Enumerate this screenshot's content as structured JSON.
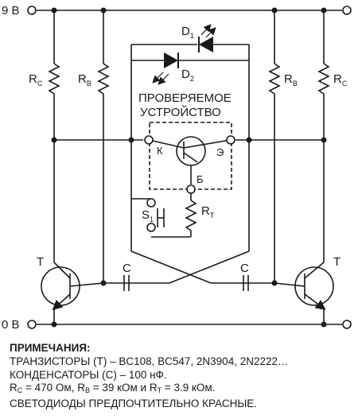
{
  "rails": {
    "top": "9 В",
    "bottom": "0 В"
  },
  "components": {
    "rc_sym": "R",
    "rc_sub": "C",
    "rb_sym": "R",
    "rb_sub": "B",
    "d1_sym": "D",
    "d1_sub": "1",
    "d2_sym": "D",
    "d2_sub": "2",
    "rt_sym": "R",
    "rt_sub": "T",
    "s1_sym": "S",
    "s1_sub": "1",
    "transistor": "T",
    "capacitor": "C"
  },
  "dut": {
    "line1": "ПРОВЕРЯЕМОЕ",
    "line2": "УСТРОЙСТВО",
    "pin_k": "К",
    "pin_e": "Э",
    "pin_b": "Б"
  },
  "notes": {
    "heading": "ПРИМЕЧАНИЯ:",
    "line1": "ТРАНЗИСТОРЫ (Т) – BC108, BC547, 2N3904, 2N2222…",
    "line2": "КОНДЕНСАТОРЫ (С) – 100 нФ.",
    "line3_a": "R",
    "line3_a_sub": "C",
    "line3_b": " = 470 Ом, R",
    "line3_b_sub": "B",
    "line3_c": " = 39 кОм и R",
    "line3_c_sub": "T",
    "line3_d": " = 3.9 кОм.",
    "line4": "СВЕТОДИОДЫ ПРЕДПОЧТИТЕЛЬНО КРАСНЫЕ."
  }
}
